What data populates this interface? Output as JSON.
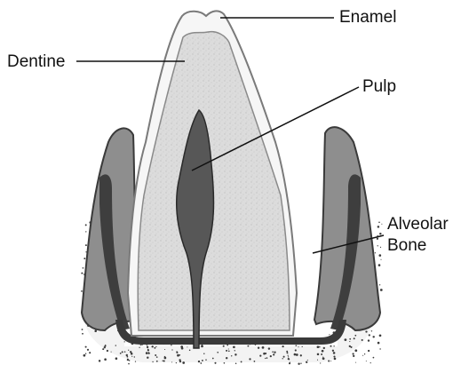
{
  "labels": {
    "enamel": "Enamel",
    "dentine": "Dentine",
    "pulp": "Pulp",
    "alveolar_line1": "Alveolar",
    "alveolar_line2": "Bone"
  },
  "colors": {
    "background": "#ffffff",
    "bone_speckle": "#3c3c3c",
    "gum_outline": "#3a3a3a",
    "gum_fill": "#8c8c8c",
    "enamel_fill": "#f6f6f6",
    "enamel_outline": "#7a7a7a",
    "dentine_fill": "#dddddd",
    "pulp_fill": "#575757",
    "leader_line": "#111111"
  }
}
